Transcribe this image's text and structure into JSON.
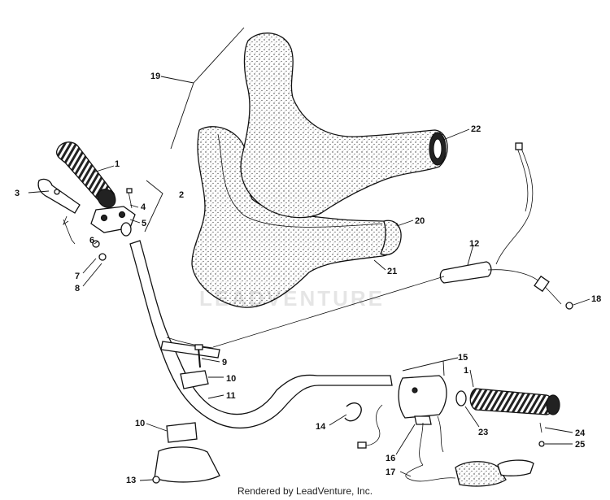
{
  "callouts": [
    "1",
    "2",
    "3",
    "4",
    "5",
    "6",
    "7",
    "8",
    "9",
    "10",
    "11",
    "12",
    "13",
    "14",
    "15",
    "16",
    "17",
    "18",
    "19",
    "20",
    "21",
    "22",
    "23",
    "24",
    "25"
  ],
  "watermark": "LEADVENTURE",
  "footer": "Rendered by LeadVenture, Inc."
}
